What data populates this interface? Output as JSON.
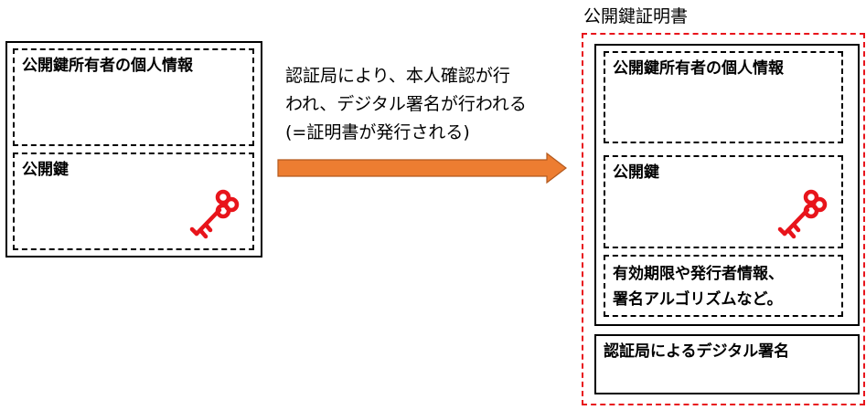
{
  "left_box": {
    "personal_info_label": "公開鍵所有者の個人情報",
    "public_key_label": "公開鍵"
  },
  "arrow": {
    "caption": "認証局により、本人確認が行\nわれ、デジタル署名が行われる\n(=証明書が発行される)",
    "color": "#ed7d31"
  },
  "certificate": {
    "title": "公開鍵証明書",
    "personal_info_label": "公開鍵所有者の個人情報",
    "public_key_label": "公開鍵",
    "validity_label": "有効期限や発行者情報、\n署名アルゴリズムなど。",
    "signature_label": "認証局によるデジタル署名",
    "border_color": "#e8141b"
  },
  "icons": {
    "key": "key-icon",
    "key_color": "#e8141b"
  }
}
